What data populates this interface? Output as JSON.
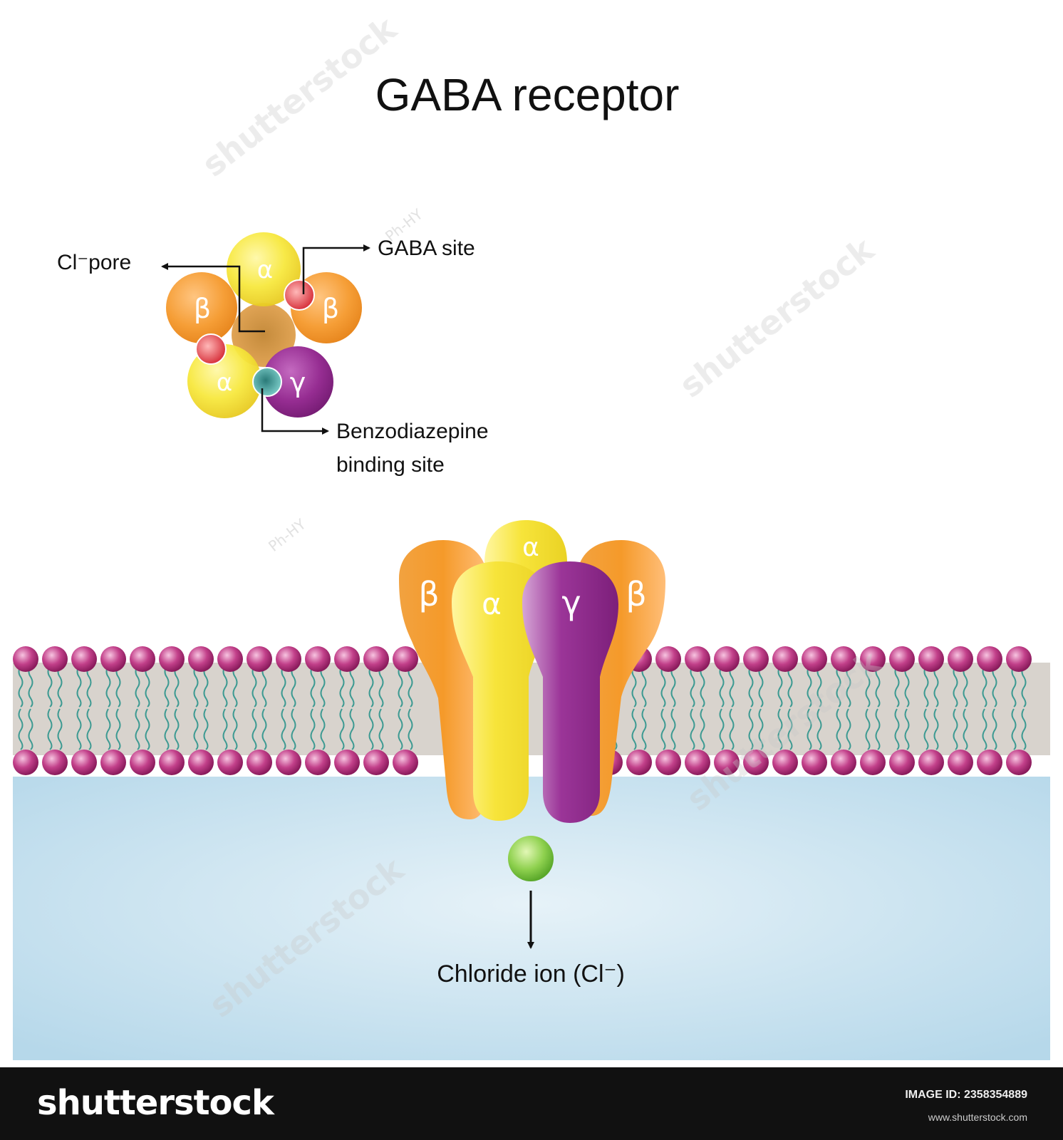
{
  "title": "GABA receptor",
  "top_view": {
    "pore_label": "Cl⁻pore",
    "gaba_site_label": "GABA site",
    "benzo_label_line1": "Benzodiazepine",
    "benzo_label_line2": "binding site",
    "subunits": {
      "alpha": "α",
      "beta": "β",
      "gamma": "γ"
    }
  },
  "side_view": {
    "subunits": {
      "alpha": "α",
      "beta": "β",
      "gamma": "γ"
    },
    "ion_label": "Chloride ion (Cl⁻)"
  },
  "watermark": {
    "stock_text": "shutterstock",
    "author_text": "Ph-HY"
  },
  "footer": {
    "brand": "shutterstock",
    "image_id": "IMAGE ID: 2358354889",
    "site": "www.shutterstock.com"
  },
  "colors": {
    "alpha": "#f2e33a",
    "beta": "#f39a2c",
    "gamma": "#8e2a8c",
    "membrane_head": "#b8337a",
    "membrane_core": "#d6d2cc",
    "cytoplasm": "#bddcec",
    "ion": "#8fd14f"
  }
}
